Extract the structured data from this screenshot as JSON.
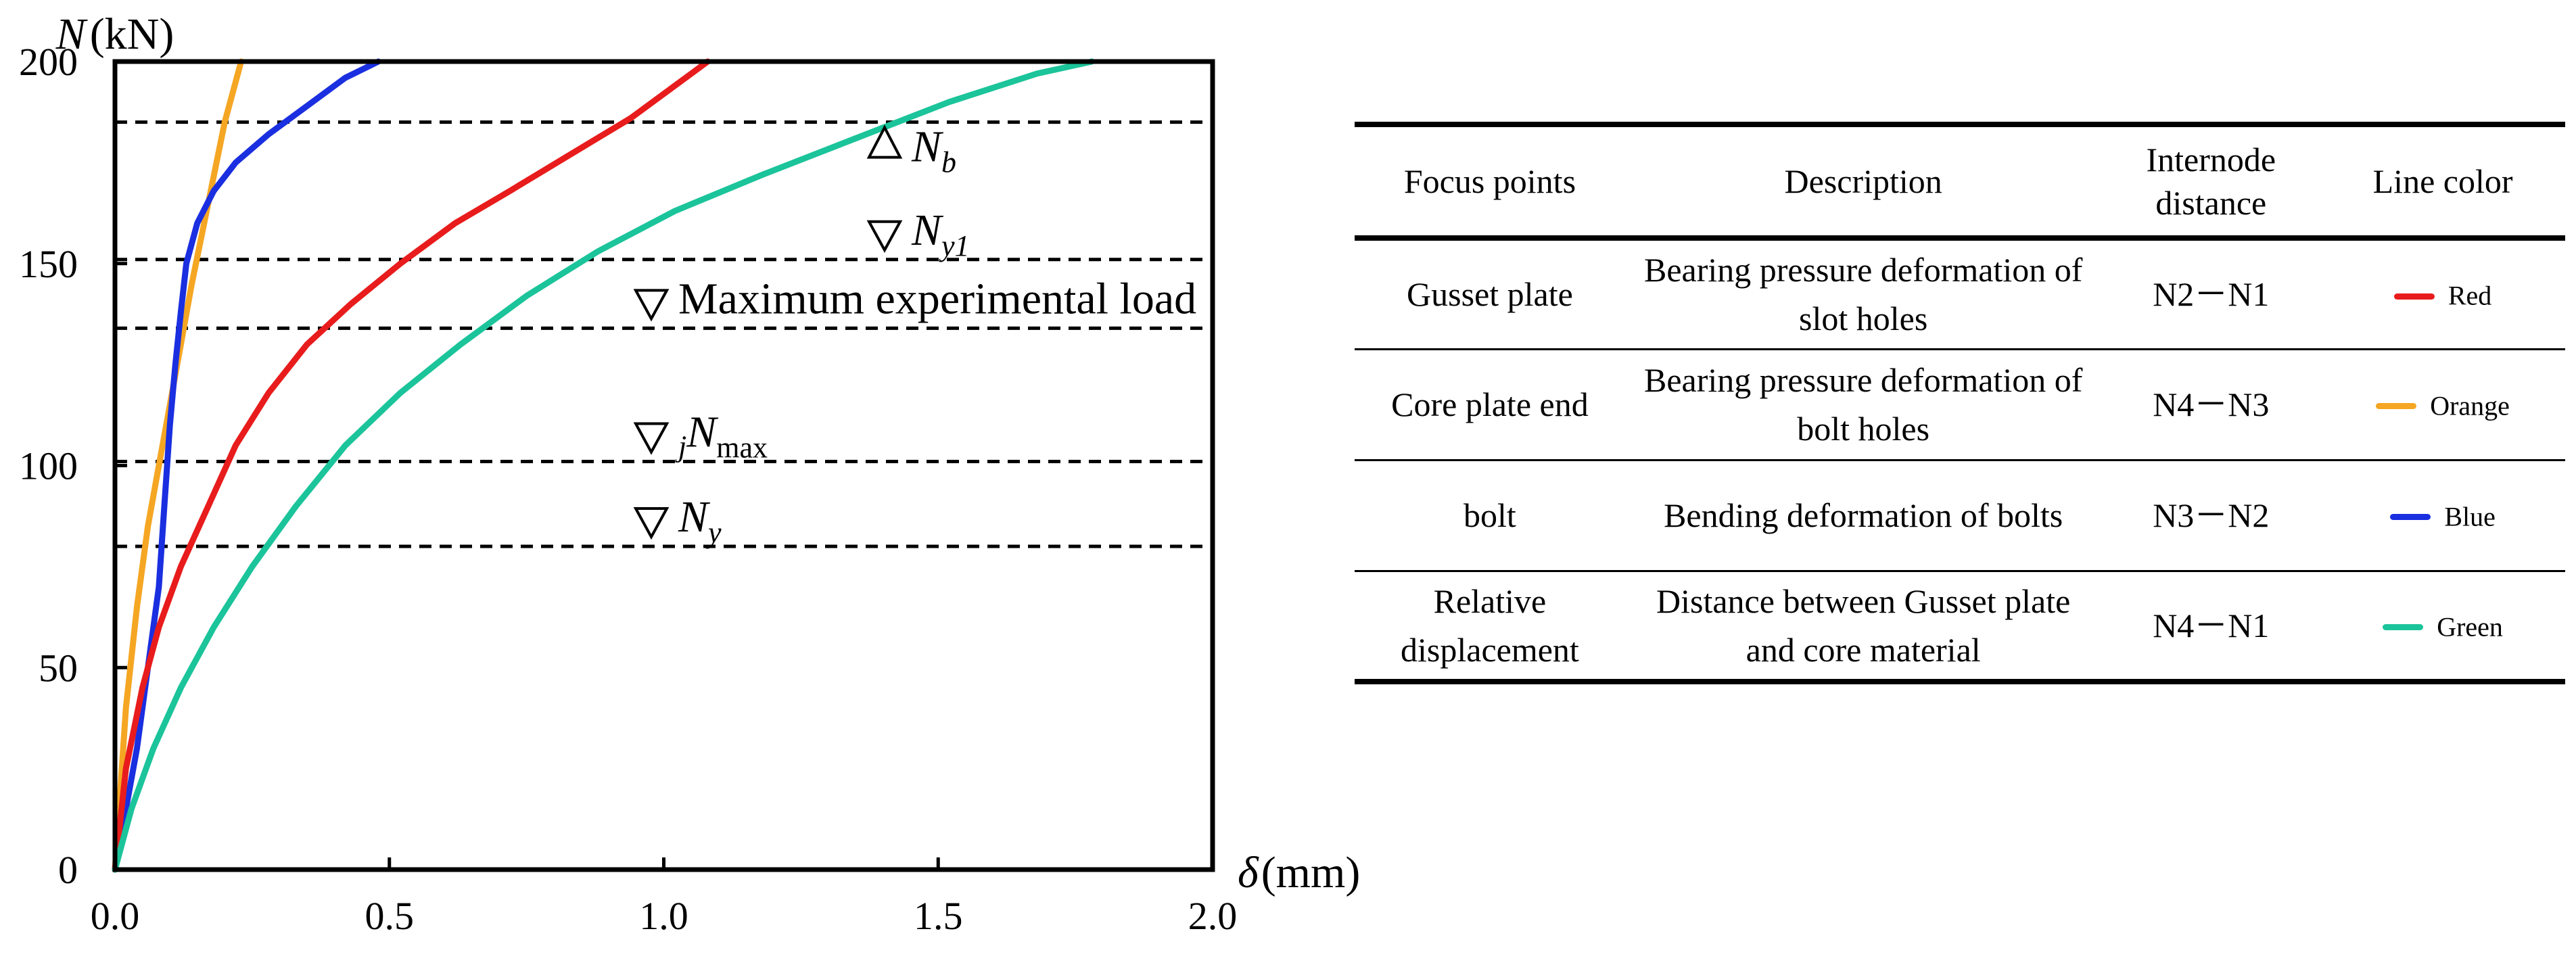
{
  "chart_data": {
    "type": "line",
    "ylabel_italic": "N",
    "ylabel_unit": "(kN)",
    "xlabel_italic": "δ",
    "xlabel_unit": "(mm)",
    "xlim": [
      0,
      2.0
    ],
    "ylim": [
      0,
      200
    ],
    "xticks": [
      "0.0",
      "0.5",
      "1.0",
      "1.5",
      "2.0"
    ],
    "yticks": [
      "0",
      "50",
      "100",
      "150",
      "200"
    ],
    "grid": false,
    "series": [
      {
        "name": "Orange",
        "color": "#f5a623",
        "x": [
          0,
          0.01,
          0.02,
          0.04,
          0.06,
          0.08,
          0.1,
          0.12,
          0.14,
          0.17,
          0.2,
          0.23
        ],
        "y": [
          0,
          20,
          40,
          65,
          85,
          100,
          115,
          130,
          145,
          165,
          185,
          200
        ]
      },
      {
        "name": "Blue",
        "color": "#1a2fe0",
        "x": [
          0,
          0.02,
          0.04,
          0.06,
          0.08,
          0.09,
          0.1,
          0.11,
          0.12,
          0.13,
          0.15,
          0.18,
          0.22,
          0.28,
          0.35,
          0.42,
          0.48
        ],
        "y": [
          0,
          15,
          30,
          50,
          70,
          90,
          110,
          125,
          138,
          150,
          160,
          168,
          175,
          182,
          189,
          196,
          200
        ]
      },
      {
        "name": "Red",
        "color": "#e81c1c",
        "x": [
          0,
          0.02,
          0.05,
          0.08,
          0.12,
          0.17,
          0.22,
          0.28,
          0.35,
          0.43,
          0.52,
          0.62,
          0.72,
          0.83,
          0.94,
          1.02,
          1.08
        ],
        "y": [
          0,
          25,
          45,
          60,
          75,
          90,
          105,
          118,
          130,
          140,
          150,
          160,
          168,
          177,
          186,
          194,
          200
        ]
      },
      {
        "name": "Green",
        "color": "#1bc49a",
        "x": [
          0,
          0.03,
          0.07,
          0.12,
          0.18,
          0.25,
          0.33,
          0.42,
          0.52,
          0.63,
          0.75,
          0.88,
          1.02,
          1.18,
          1.35,
          1.52,
          1.68,
          1.78
        ],
        "y": [
          0,
          15,
          30,
          45,
          60,
          75,
          90,
          105,
          118,
          130,
          142,
          153,
          163,
          172,
          181,
          190,
          197,
          200
        ]
      }
    ],
    "reference_lines": [
      {
        "y": 185,
        "label": "N",
        "sub": "b",
        "marker": "up"
      },
      {
        "y": 151,
        "label": "N",
        "sub": "y1",
        "marker": "down"
      },
      {
        "y": 134,
        "label": "Maximum experimental load",
        "sub": "",
        "marker": "down"
      },
      {
        "y": 101,
        "label": "N",
        "sub": "max",
        "pre": "j",
        "marker": "down"
      },
      {
        "y": 80,
        "label": "N",
        "sub": "y",
        "marker": "down"
      }
    ]
  },
  "legend_table": {
    "headers": [
      "Focus points",
      "Description",
      "Internode distance",
      "Line color"
    ],
    "rows": [
      {
        "focus": "Gusset plate",
        "description": "Bearing pressure deformation of slot holes",
        "distance": "N2－N1",
        "color_name": "Red",
        "color": "#e81c1c"
      },
      {
        "focus": "Core plate end",
        "description": "Bearing pressure deformation of bolt holes",
        "distance": "N4－N3",
        "color_name": "Orange",
        "color": "#f5a623"
      },
      {
        "focus": "bolt",
        "description": "Bending deformation of bolts",
        "distance": "N3－N2",
        "color_name": "Blue",
        "color": "#1a2fe0"
      },
      {
        "focus": "Relative displacement",
        "description": "Distance between Gusset plate and core material",
        "distance": "N4－N1",
        "color_name": "Green",
        "color": "#1bc49a"
      }
    ]
  }
}
